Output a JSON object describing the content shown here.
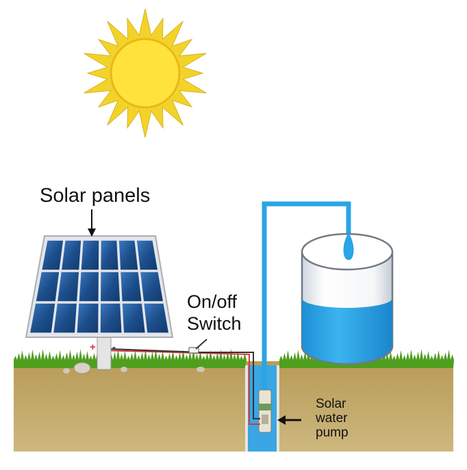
{
  "labels": {
    "solar_panels": "Solar panels",
    "switch_line1": "On/off",
    "switch_line2": "Switch",
    "pump_line1": "Solar",
    "pump_line2": "water",
    "pump_line3": "pump"
  },
  "terminals": {
    "positive": "+",
    "negative": "-"
  },
  "colors": {
    "sun_rays": "#f2d32a",
    "sun_core": "#ffe23a",
    "panel_cell": "#1d4f8c",
    "water": "#2aa5e6",
    "pipe": "#2aa5e6",
    "grass": "#4f9e1e",
    "soil": "#c7b071",
    "wire_red": "#d9363e",
    "wire_dark": "#333333"
  }
}
